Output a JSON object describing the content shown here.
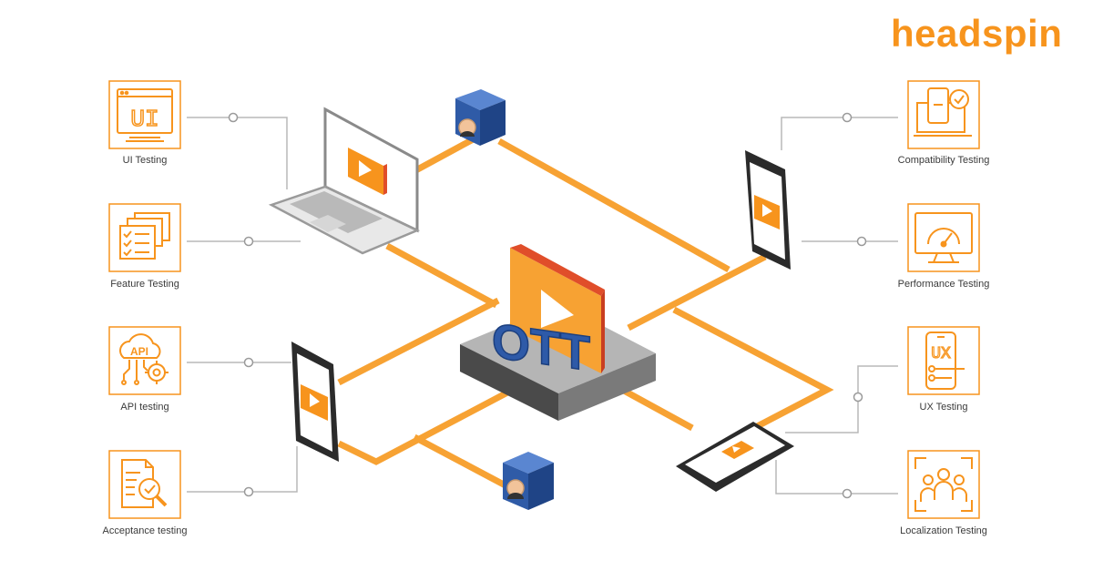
{
  "brand": {
    "name": "headspin",
    "color": "#f7941d"
  },
  "colors": {
    "connector": "#f7a233",
    "icon_stroke": "#f7941d",
    "leader_line": "#b8b8b8",
    "device_dark": "#2b2b2b",
    "cube_blue": "#3e6ab5",
    "platform_gray": "#9e9e9e",
    "ott_letters": "#2e5aa8",
    "screen_orange": "#f7941d",
    "screen_red": "#e04e2a"
  },
  "center": {
    "title": "OTT"
  },
  "testing_types": [
    {
      "id": "ui",
      "label": "UI Testing",
      "icon": "ui-window-icon",
      "icon_text": "UI"
    },
    {
      "id": "feature",
      "label": "Feature Testing",
      "icon": "feature-checklist-icon"
    },
    {
      "id": "api",
      "label": "API testing",
      "icon": "api-cloud-gear-icon",
      "icon_text": "API"
    },
    {
      "id": "acceptance",
      "label": "Acceptance testing",
      "icon": "acceptance-document-magnifier-icon"
    },
    {
      "id": "compatibility",
      "label": "Compatibility Testing",
      "icon": "compatibility-devices-icon"
    },
    {
      "id": "performance",
      "label": "Performance Testing",
      "icon": "performance-gauge-monitor-icon"
    },
    {
      "id": "ux",
      "label": "UX Testing",
      "icon": "ux-phone-icon",
      "icon_text": "UX"
    },
    {
      "id": "localization",
      "label": "Localization Testing",
      "icon": "localization-people-icon"
    }
  ]
}
